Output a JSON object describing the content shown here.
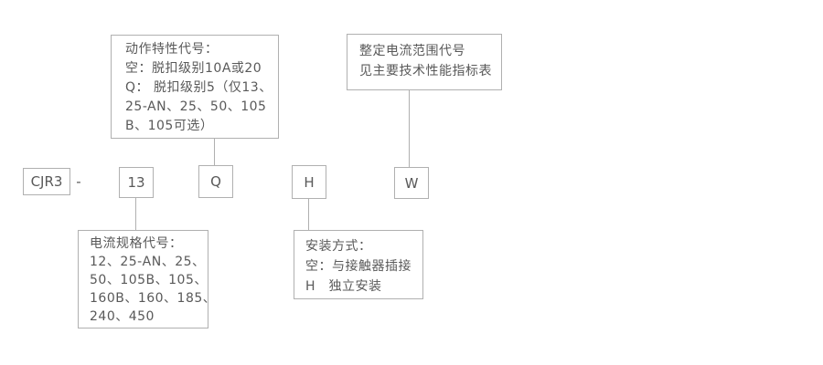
{
  "code_row": {
    "model": "CJR3",
    "separator": "-",
    "current_spec_code": "13",
    "action_code": "Q",
    "mounting_code": "H",
    "setting_range_code": "W"
  },
  "callouts": {
    "action_characteristic": {
      "lines": [
        "动作特性代号：",
        "空：脱扣级别10A或20",
        "Q： 脱扣级别5（仅13、",
        "25-AN、25、50、105",
        "B、105可选）"
      ]
    },
    "setting_current_range": {
      "lines": [
        "整定电流范围代号",
        "见主要技术性能指标表"
      ]
    },
    "current_spec": {
      "lines": [
        "电流规格代号：",
        "12、25-AN、25、",
        "50、105B、105、",
        "160B、160、185、",
        "240、450"
      ]
    },
    "mounting": {
      "lines": [
        "安装方式：",
        "空：与接触器插接",
        "H　独立安装"
      ]
    }
  },
  "colors": {
    "background": "#ffffff",
    "border": "#b0b0b0",
    "text": "#595959"
  }
}
